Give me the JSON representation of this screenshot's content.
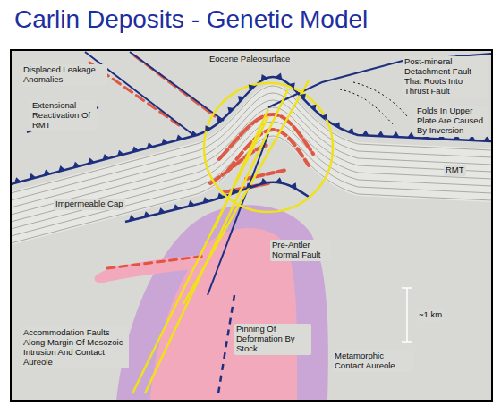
{
  "diagram": {
    "title": "Carlin Deposits - Genetic Model",
    "labels": [
      "Displaced Leakage Anomalies",
      "Extensional Reactivation Of RMT",
      "Eocene Paleosurface",
      "Post-mineral Detachment Fault That Roots Into Thrust Fault",
      "Folds In Upper Plate Are Caused By Inversion",
      "Impermeable Cap",
      "RMT",
      "Pre-Antler Normal Fault",
      "~1 km",
      "Accommodation Faults Along Margin Of Mesozoic Intrusion And Contact Aureole",
      "Pinning Of Deformation By Stock",
      "Metamorphic Contact Aureole"
    ]
  }
}
